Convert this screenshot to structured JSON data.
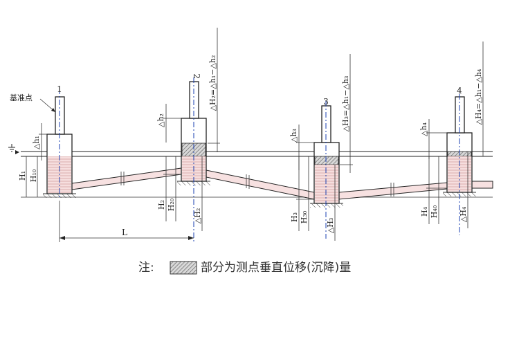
{
  "benchmark_label": "基准点",
  "points": [
    {
      "number": "1",
      "dh_label": "△h₁",
      "H_label": "H₁",
      "H0_label": "H₁₀"
    },
    {
      "number": "2",
      "dh_label": "△h₂",
      "H_label": "H₂",
      "H0_label": "H₂₀",
      "dH_label": "△H₂",
      "formula": "△H₂=△h₁−△h₂"
    },
    {
      "number": "3",
      "dh_label": "△h₃",
      "H_label": "H₃",
      "H0_label": "H₃₀",
      "dH_label": "△H₃",
      "formula": "△H₃=△h₁−△h₃"
    },
    {
      "number": "4",
      "dh_label": "△h₄",
      "H_label": "H₄",
      "H0_label": "H₄₀",
      "dH_label": "△H₄",
      "formula": "△H₄=△h₁−△h₄"
    }
  ],
  "span_label": "L",
  "note": {
    "prefix": "注:",
    "text": "部分为测点垂直位移(沉降)量"
  }
}
